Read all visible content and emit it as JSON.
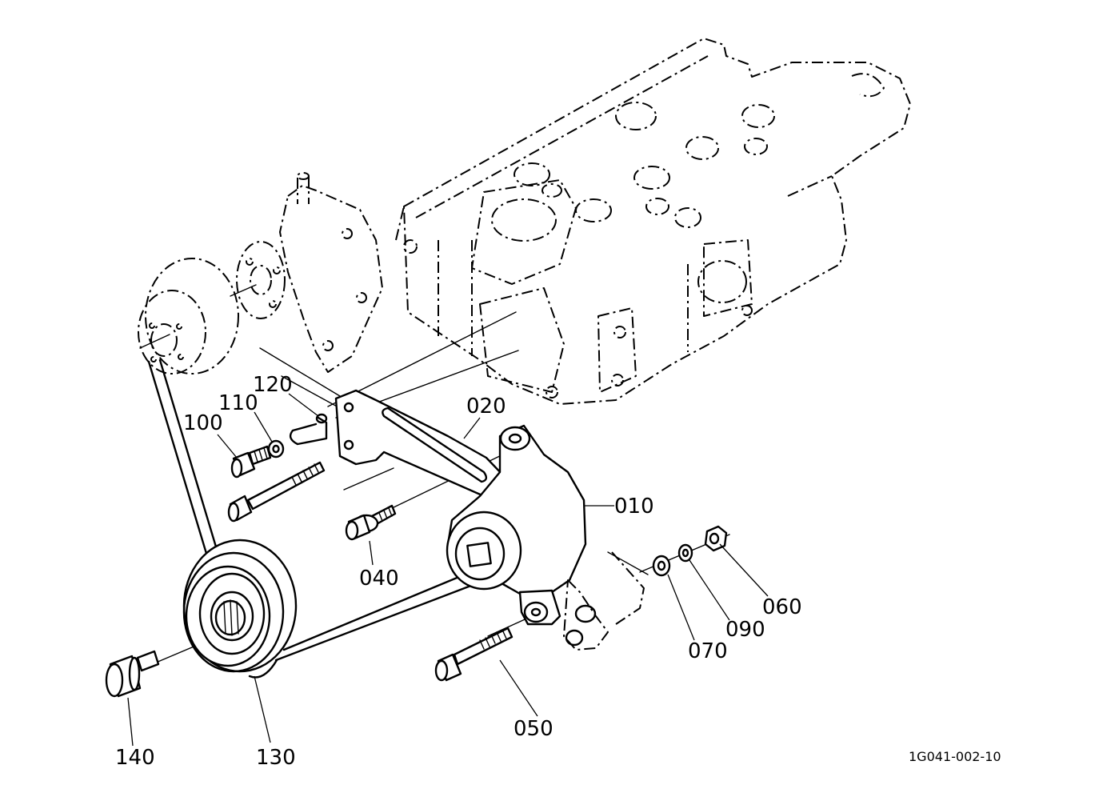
{
  "parts": [
    {
      "id": "010",
      "label": "010"
    },
    {
      "id": "020",
      "label": "020"
    },
    {
      "id": "040",
      "label": "040"
    },
    {
      "id": "050",
      "label": "050"
    },
    {
      "id": "060",
      "label": "060"
    },
    {
      "id": "070",
      "label": "070"
    },
    {
      "id": "090",
      "label": "090"
    },
    {
      "id": "100",
      "label": "100"
    },
    {
      "id": "110",
      "label": "110"
    },
    {
      "id": "120",
      "label": "120"
    },
    {
      "id": "130",
      "label": "130"
    },
    {
      "id": "140",
      "label": "140"
    }
  ],
  "diagram_code": "1G041-002-10"
}
